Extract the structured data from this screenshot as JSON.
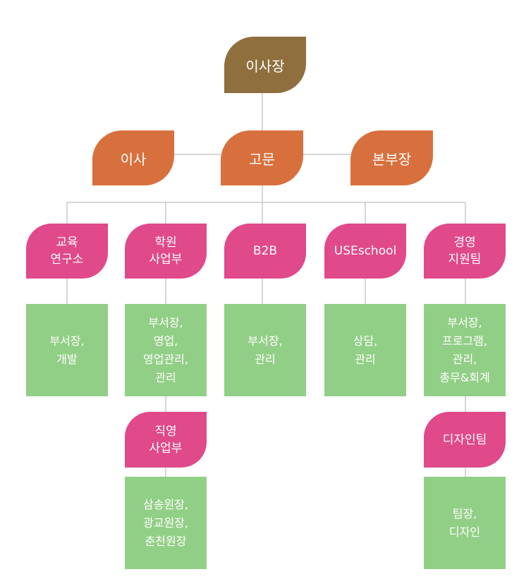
{
  "nodes": {
    "chair": "이사장",
    "director": "이사",
    "advisor": "고문",
    "hq_head": "본부장",
    "edu_lab": "교육\n연구소",
    "academy_div": "학원\n사업부",
    "b2b": "B2B",
    "useschool": "USEschool",
    "mgmt_team": "경영\n지원팀",
    "direct_div": "직영\n사업부",
    "design_team": "디자인팀"
  },
  "boxes": {
    "edu_lab_roles": "부서장,\n개발",
    "academy_roles": "부서장,\n영업,\n영업관리,\n관리",
    "b2b_roles": "부서장,\n관리",
    "useschool_roles": "상담,\n관리",
    "mgmt_roles": "부서장,\n프로그램,\n관리,\n총무&회계",
    "direct_roles": "삼송원장,\n광교원장,\n춘천원장",
    "design_roles": "팀장,\n디자인"
  },
  "colors": {
    "top": "#8f6f3e",
    "mid": "#d8703e",
    "dept": "#e0498a",
    "box": "#92cf86",
    "line": "#c8c8c8"
  }
}
